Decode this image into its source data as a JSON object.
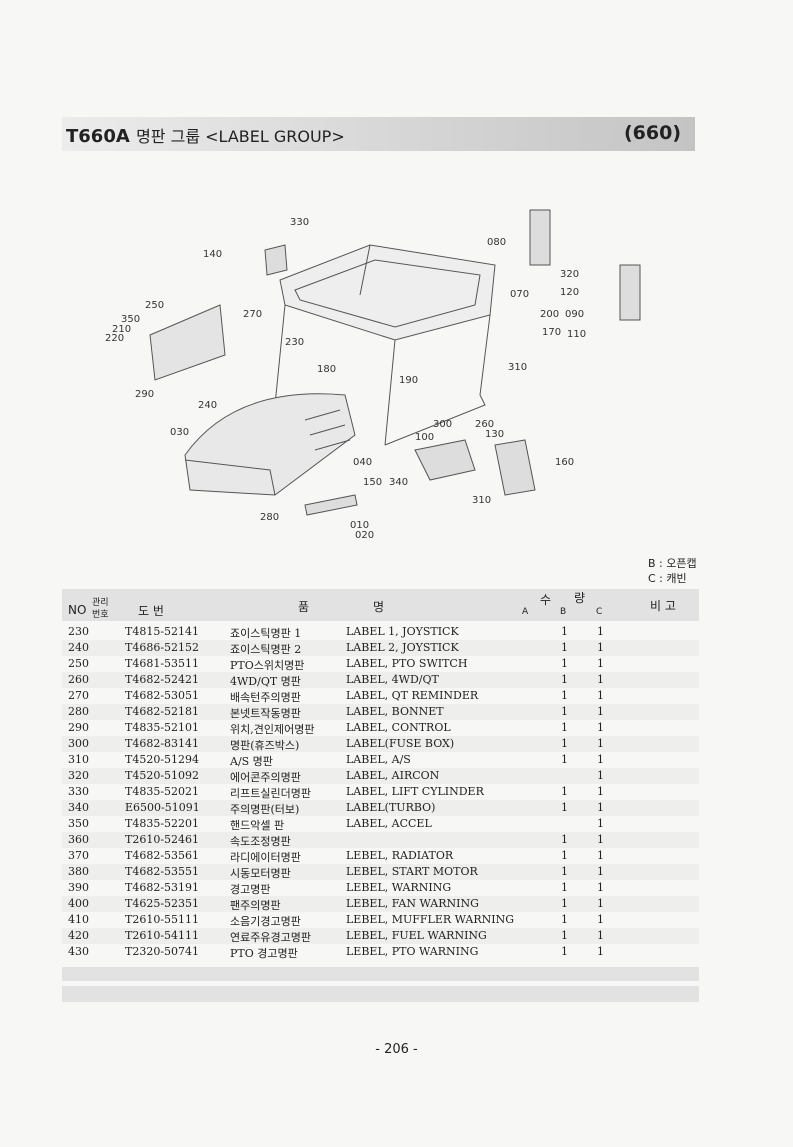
{
  "header": {
    "model": "T660A",
    "title": "명판 그룹 <LABEL GROUP>",
    "code": "(660)"
  },
  "diagram_labels": [
    "330",
    "140",
    "080",
    "320",
    "120",
    "070",
    "200",
    "090",
    "170",
    "110",
    "250",
    "350",
    "210",
    "220",
    "270",
    "230",
    "310",
    "180",
    "190",
    "290",
    "240",
    "030",
    "300",
    "260",
    "130",
    "100",
    "040",
    "160",
    "150",
    "340",
    "310",
    "280",
    "010",
    "020"
  ],
  "legend": [
    "B : 오픈캡",
    "C : 캐빈"
  ],
  "table": {
    "headers": {
      "no": "NO",
      "mgmt_top": "관리",
      "mgmt_bottom": "번호",
      "drawing": "도    번",
      "name_left": "품",
      "name_right": "명",
      "qty_top_left": "수",
      "qty_top_right": "량",
      "a": "A",
      "b": "B",
      "c": "C",
      "remarks": "비 고"
    },
    "rows": [
      {
        "no": "230",
        "pn": "T4815-52141",
        "kr": "죠이스틱명판 1",
        "en": "LABEL 1, JOYSTICK",
        "b": "1",
        "c": "1"
      },
      {
        "no": "240",
        "pn": "T4686-52152",
        "kr": "죠이스틱명판 2",
        "en": "LABEL 2, JOYSTICK",
        "b": "1",
        "c": "1"
      },
      {
        "no": "250",
        "pn": "T4681-53511",
        "kr": "PTO스위치명판",
        "en": "LABEL, PTO SWITCH",
        "b": "1",
        "c": "1"
      },
      {
        "no": "260",
        "pn": "T4682-52421",
        "kr": "4WD/QT 명판",
        "en": "LABEL, 4WD/QT",
        "b": "1",
        "c": "1"
      },
      {
        "no": "270",
        "pn": "T4682-53051",
        "kr": "배속턴주의명판",
        "en": "LABEL, QT REMINDER",
        "b": "1",
        "c": "1"
      },
      {
        "no": "280",
        "pn": "T4682-52181",
        "kr": "본넷트작동명판",
        "en": "LABEL, BONNET",
        "b": "1",
        "c": "1"
      },
      {
        "no": "290",
        "pn": "T4835-52101",
        "kr": "위치,견인제어명판",
        "en": "LABEL, CONTROL",
        "b": "1",
        "c": "1"
      },
      {
        "no": "300",
        "pn": "T4682-83141",
        "kr": "명판(휴즈박스)",
        "en": "LABEL(FUSE BOX)",
        "b": "1",
        "c": "1"
      },
      {
        "no": "310",
        "pn": "T4520-51294",
        "kr": "A/S 명판",
        "en": "LABEL, A/S",
        "b": "1",
        "c": "1"
      },
      {
        "no": "320",
        "pn": "T4520-51092",
        "kr": "에어콘주의명판",
        "en": "LABEL, AIRCON",
        "b": "",
        "c": "1"
      },
      {
        "no": "330",
        "pn": "T4835-52021",
        "kr": "리프트실린더명판",
        "en": "LABEL, LIFT CYLINDER",
        "b": "1",
        "c": "1"
      },
      {
        "no": "340",
        "pn": "E6500-51091",
        "kr": "주의명판(터보)",
        "en": "LABEL(TURBO)",
        "b": "1",
        "c": "1"
      },
      {
        "no": "350",
        "pn": "T4835-52201",
        "kr": "핸드악셀 판",
        "en": "LABEL, ACCEL",
        "b": "",
        "c": "1"
      },
      {
        "no": "360",
        "pn": "T2610-52461",
        "kr": "속도조정명판",
        "en": "",
        "b": "1",
        "c": "1"
      },
      {
        "no": "370",
        "pn": "T4682-53561",
        "kr": "라디에이터명판",
        "en": "LEBEL, RADIATOR",
        "b": "1",
        "c": "1"
      },
      {
        "no": "380",
        "pn": "T4682-53551",
        "kr": "시동모터명판",
        "en": "LEBEL, START MOTOR",
        "b": "1",
        "c": "1"
      },
      {
        "no": "390",
        "pn": "T4682-53191",
        "kr": "경고명판",
        "en": "LEBEL, WARNING",
        "b": "1",
        "c": "1"
      },
      {
        "no": "400",
        "pn": "T4625-52351",
        "kr": "팬주의명판",
        "en": "LEBEL, FAN WARNING",
        "b": "1",
        "c": "1"
      },
      {
        "no": "410",
        "pn": "T2610-55111",
        "kr": "소음기경고명판",
        "en": "LEBEL, MUFFLER WARNING",
        "b": "1",
        "c": "1"
      },
      {
        "no": "420",
        "pn": "T2610-54111",
        "kr": "연료주유경고명판",
        "en": "LEBEL, FUEL WARNING",
        "b": "1",
        "c": "1"
      },
      {
        "no": "430",
        "pn": "T2320-50741",
        "kr": "PTO 경고명판",
        "en": "LEBEL, PTO WARNING",
        "b": "1",
        "c": "1"
      }
    ]
  },
  "page_number": "- 206 -"
}
